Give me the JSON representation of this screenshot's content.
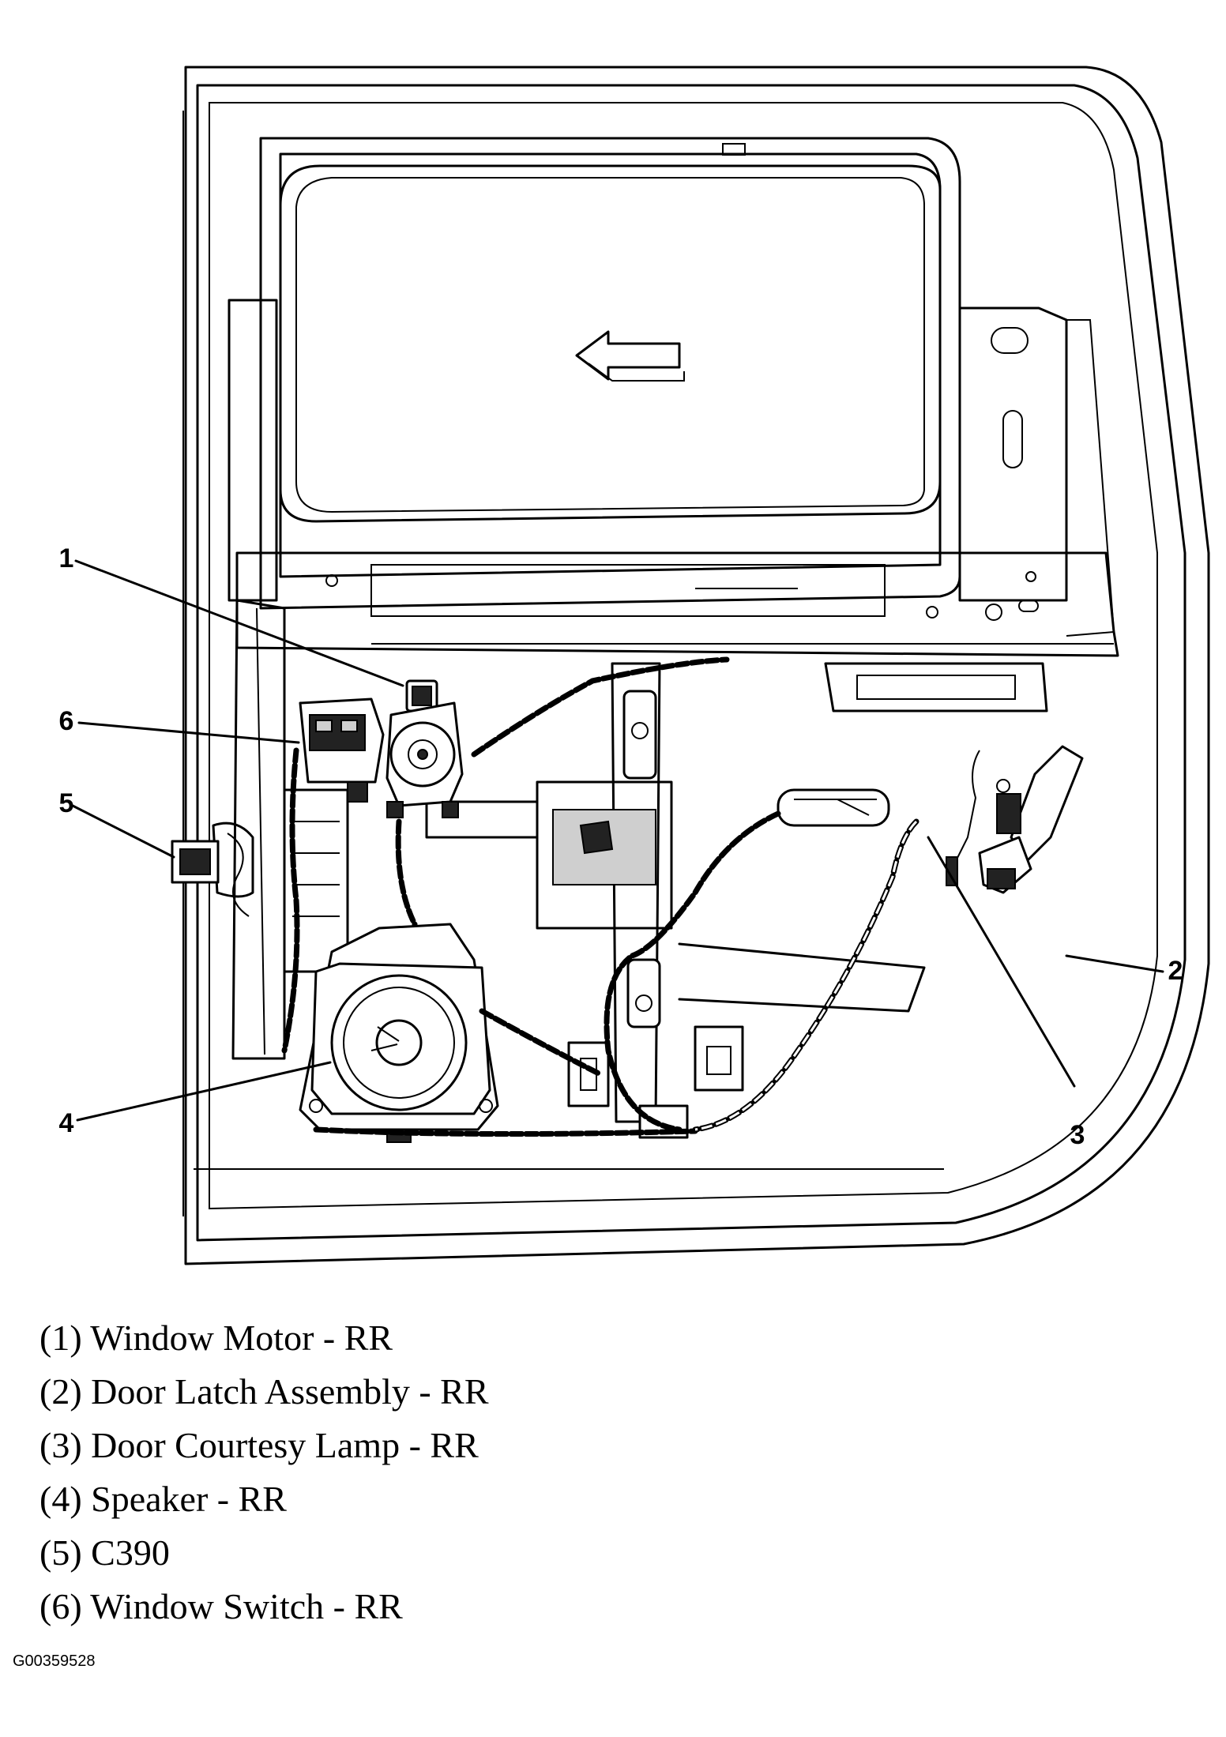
{
  "callouts": [
    {
      "number": "1"
    },
    {
      "number": "2"
    },
    {
      "number": "3"
    },
    {
      "number": "4"
    },
    {
      "number": "5"
    },
    {
      "number": "6"
    }
  ],
  "legend": [
    {
      "text": "(1) Window Motor - RR"
    },
    {
      "text": "(2) Door Latch Assembly - RR"
    },
    {
      "text": "(3) Door Courtesy Lamp - RR"
    },
    {
      "text": "(4) Speaker - RR"
    },
    {
      "text": "(5) C390"
    },
    {
      "text": "(6) Window Switch - RR"
    }
  ],
  "figure_id": "G00359528"
}
